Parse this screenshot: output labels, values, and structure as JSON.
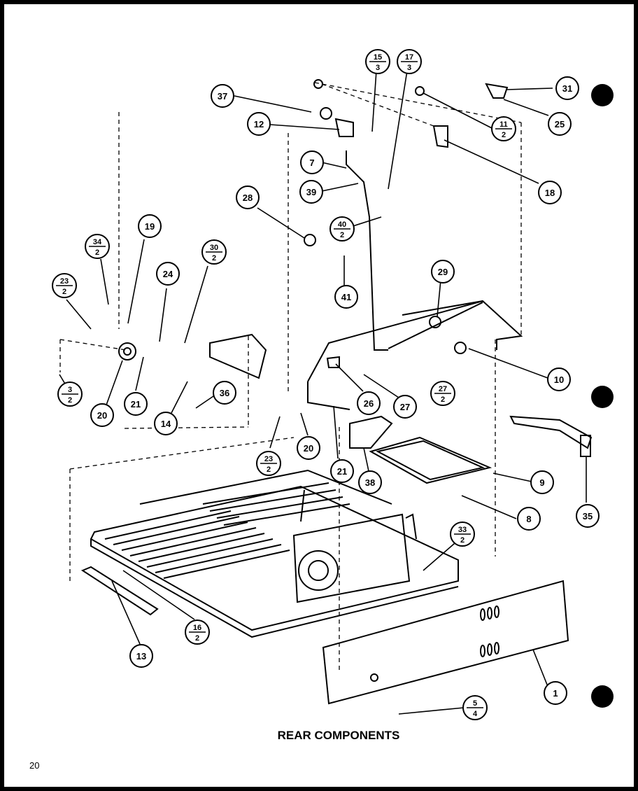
{
  "diagram": {
    "title": "REAR COMPONENTS",
    "page_number": "20",
    "callouts": [
      {
        "id": "c1",
        "num": "1"
      },
      {
        "id": "c3",
        "num": "3",
        "den": "2"
      },
      {
        "id": "c5",
        "num": "5",
        "den": "4"
      },
      {
        "id": "c7",
        "num": "7"
      },
      {
        "id": "c8",
        "num": "8"
      },
      {
        "id": "c9",
        "num": "9"
      },
      {
        "id": "c10",
        "num": "10"
      },
      {
        "id": "c11",
        "num": "11",
        "den": "2"
      },
      {
        "id": "c12",
        "num": "12"
      },
      {
        "id": "c13",
        "num": "13"
      },
      {
        "id": "c14",
        "num": "14"
      },
      {
        "id": "c15",
        "num": "15",
        "den": "3"
      },
      {
        "id": "c16",
        "num": "16",
        "den": "2"
      },
      {
        "id": "c17",
        "num": "17",
        "den": "3"
      },
      {
        "id": "c18",
        "num": "18"
      },
      {
        "id": "c19",
        "num": "19"
      },
      {
        "id": "c20a",
        "num": "20"
      },
      {
        "id": "c20b",
        "num": "20"
      },
      {
        "id": "c21a",
        "num": "21"
      },
      {
        "id": "c21b",
        "num": "21"
      },
      {
        "id": "c23a",
        "num": "23",
        "den": "2"
      },
      {
        "id": "c23b",
        "num": "23",
        "den": "2"
      },
      {
        "id": "c24",
        "num": "24"
      },
      {
        "id": "c25",
        "num": "25"
      },
      {
        "id": "c26",
        "num": "26"
      },
      {
        "id": "c27",
        "num": "27"
      },
      {
        "id": "c27f",
        "num": "27",
        "den": "2"
      },
      {
        "id": "c28",
        "num": "28"
      },
      {
        "id": "c29",
        "num": "29"
      },
      {
        "id": "c30",
        "num": "30",
        "den": "2"
      },
      {
        "id": "c31",
        "num": "31"
      },
      {
        "id": "c33",
        "num": "33",
        "den": "2"
      },
      {
        "id": "c34",
        "num": "34",
        "den": "2"
      },
      {
        "id": "c35",
        "num": "35"
      },
      {
        "id": "c36",
        "num": "36"
      },
      {
        "id": "c37",
        "num": "37"
      },
      {
        "id": "c38",
        "num": "38"
      },
      {
        "id": "c39",
        "num": "39"
      },
      {
        "id": "c40",
        "num": "40",
        "den": "2"
      },
      {
        "id": "c41",
        "num": "41"
      }
    ]
  }
}
